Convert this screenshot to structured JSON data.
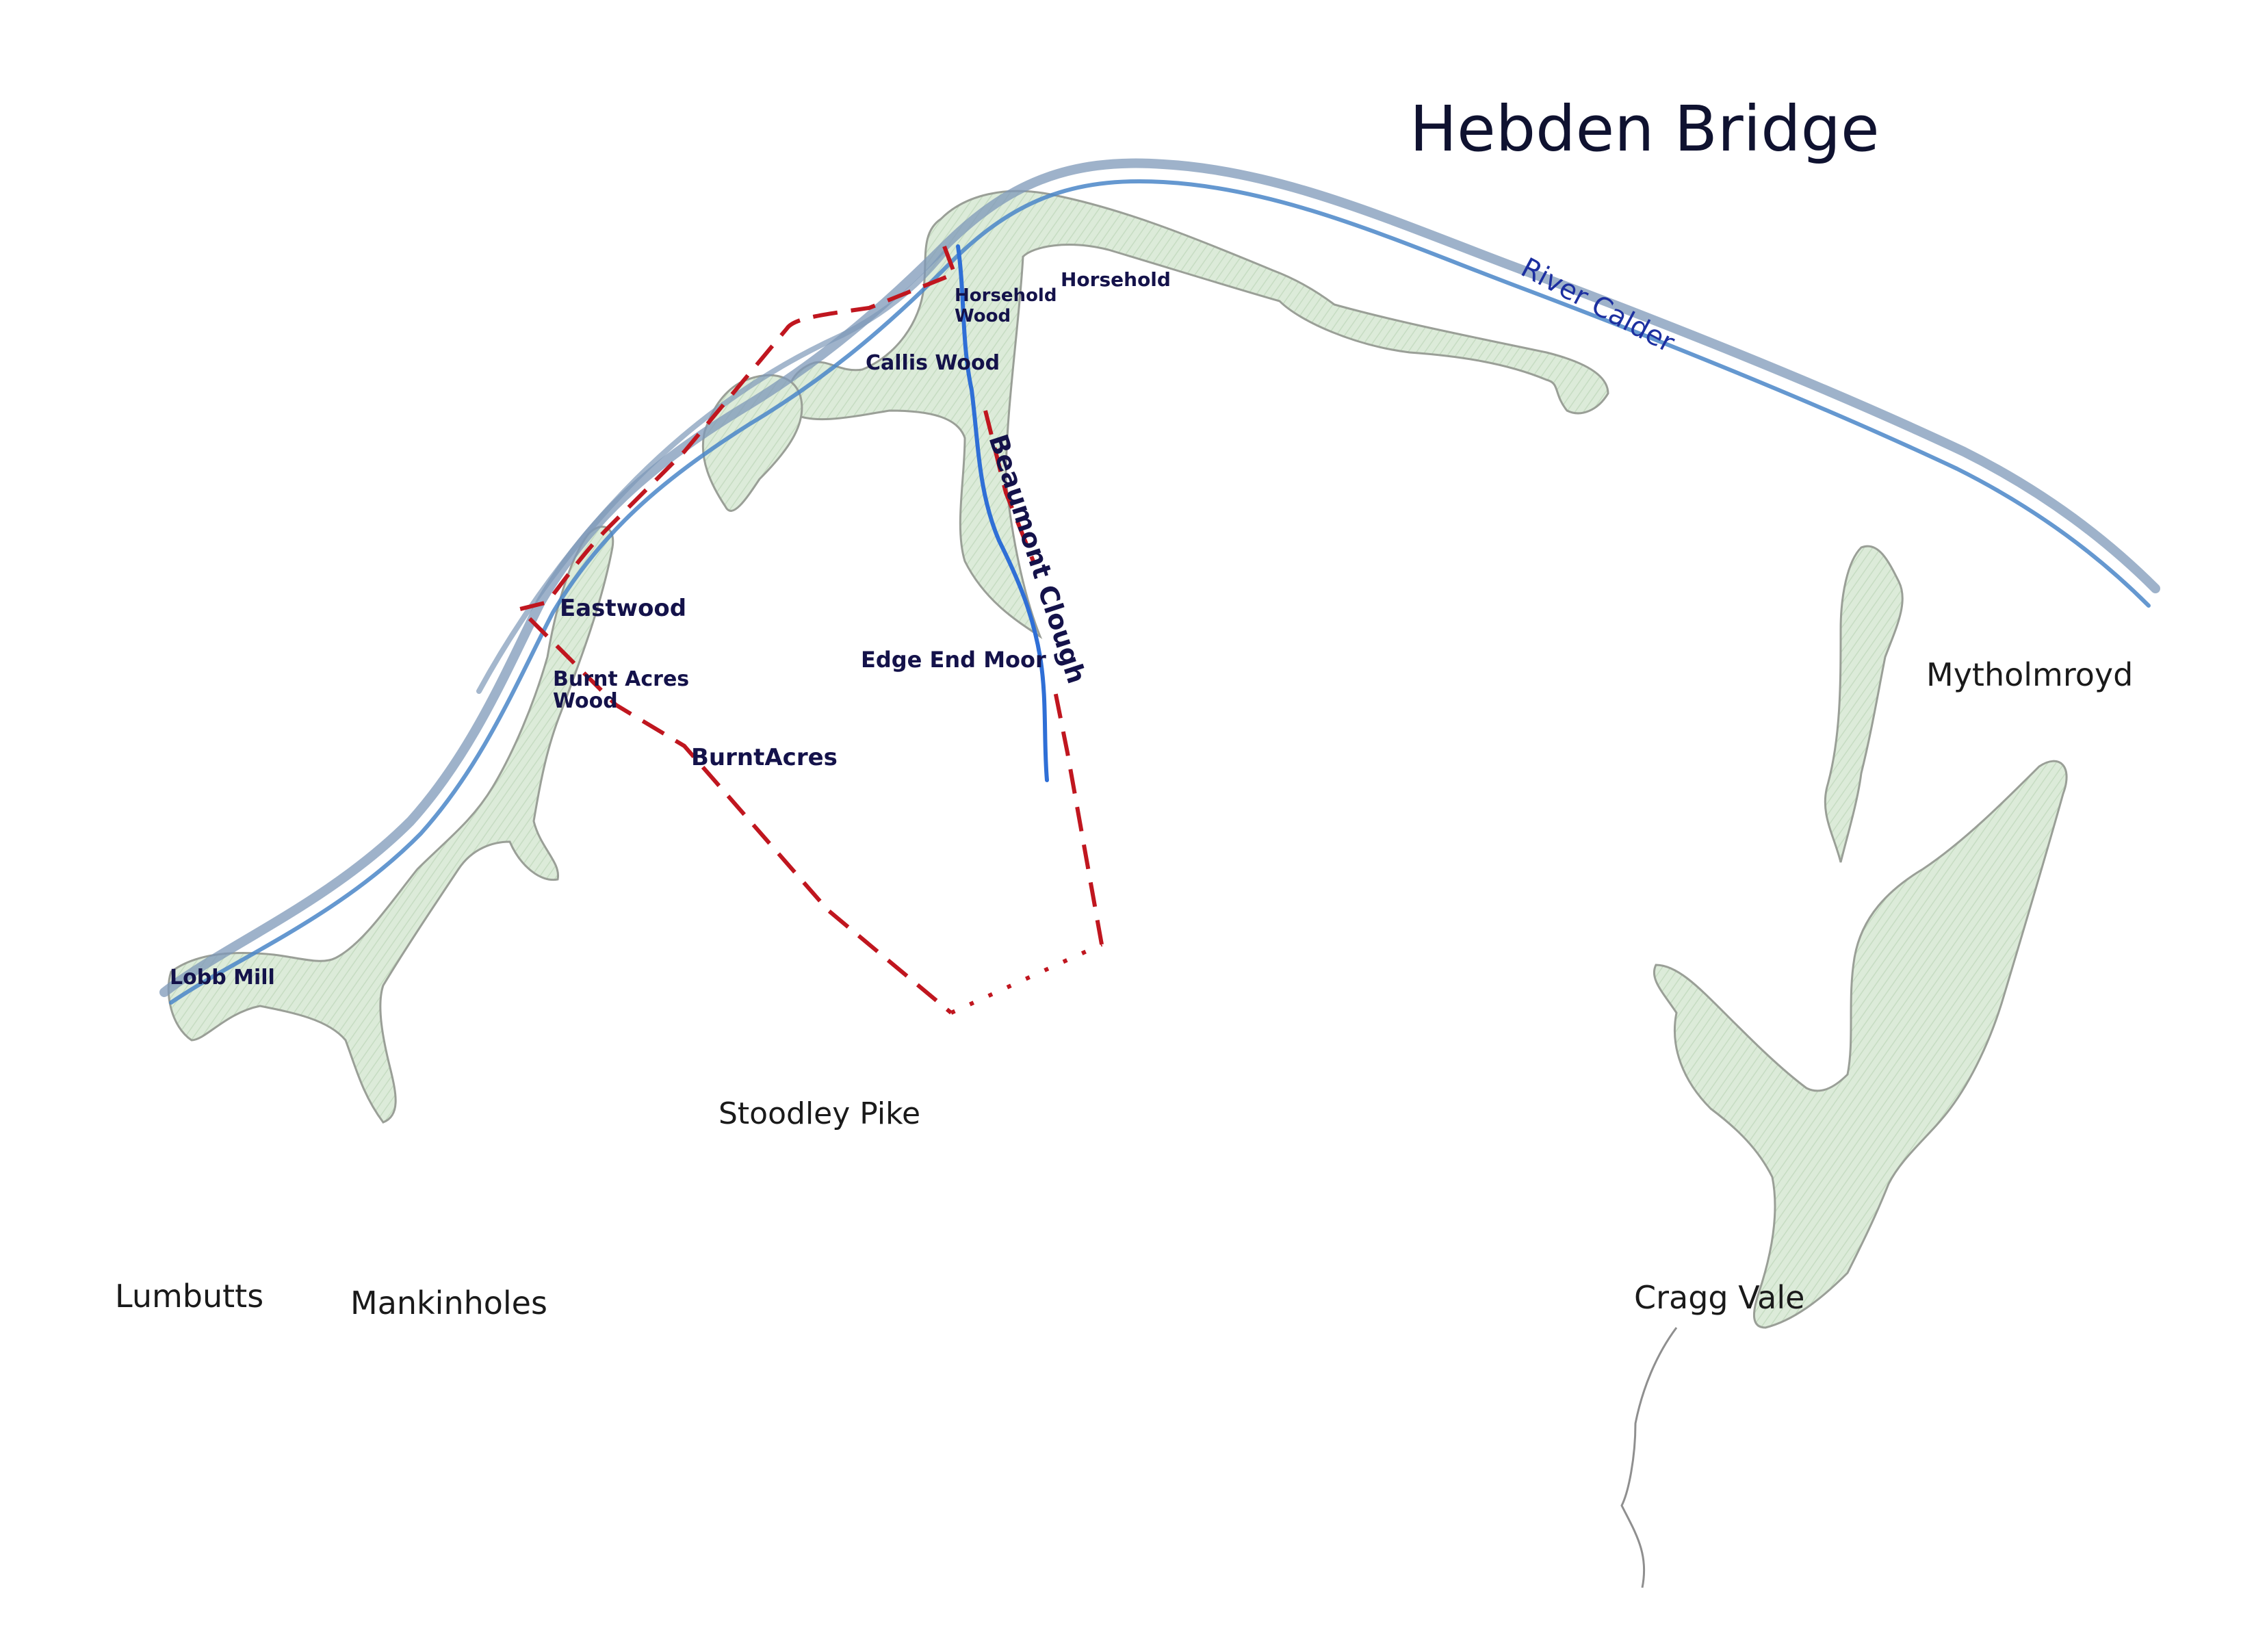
{
  "map": {
    "title": "Hebden Bridge",
    "river_label": "River Calder",
    "places": {
      "mytholmroyd": "Mytholmroyd",
      "stoodley_pike": "Stoodley Pike",
      "lumbutts": "Lumbutts",
      "mankinholes": "Mankinholes",
      "cragg_vale": "Cragg Vale",
      "lobb_mill": "Lobb Mill"
    },
    "woods": {
      "horsehold_wood_line1": "Horsehold",
      "horsehold_wood_line2": "Wood",
      "horsehold": "Horsehold",
      "callis_wood": "Callis Wood",
      "eastwood": "Eastwood",
      "burnt_acres_wood_line1": "Burnt Acres",
      "burnt_acres_wood_line2": "Wood",
      "burnt_acres": "BurntAcres",
      "edge_end_moor": "Edge End Moor",
      "beaumont_clough": "Beaumont Clough"
    },
    "colors": {
      "woodland_fill": "#d8e9d5",
      "woodland_edge": "#9a9f97",
      "river": "#4a86c8",
      "stream": "#2f6fd6",
      "boundary": "#c0161f",
      "background": "#ffffff"
    }
  }
}
